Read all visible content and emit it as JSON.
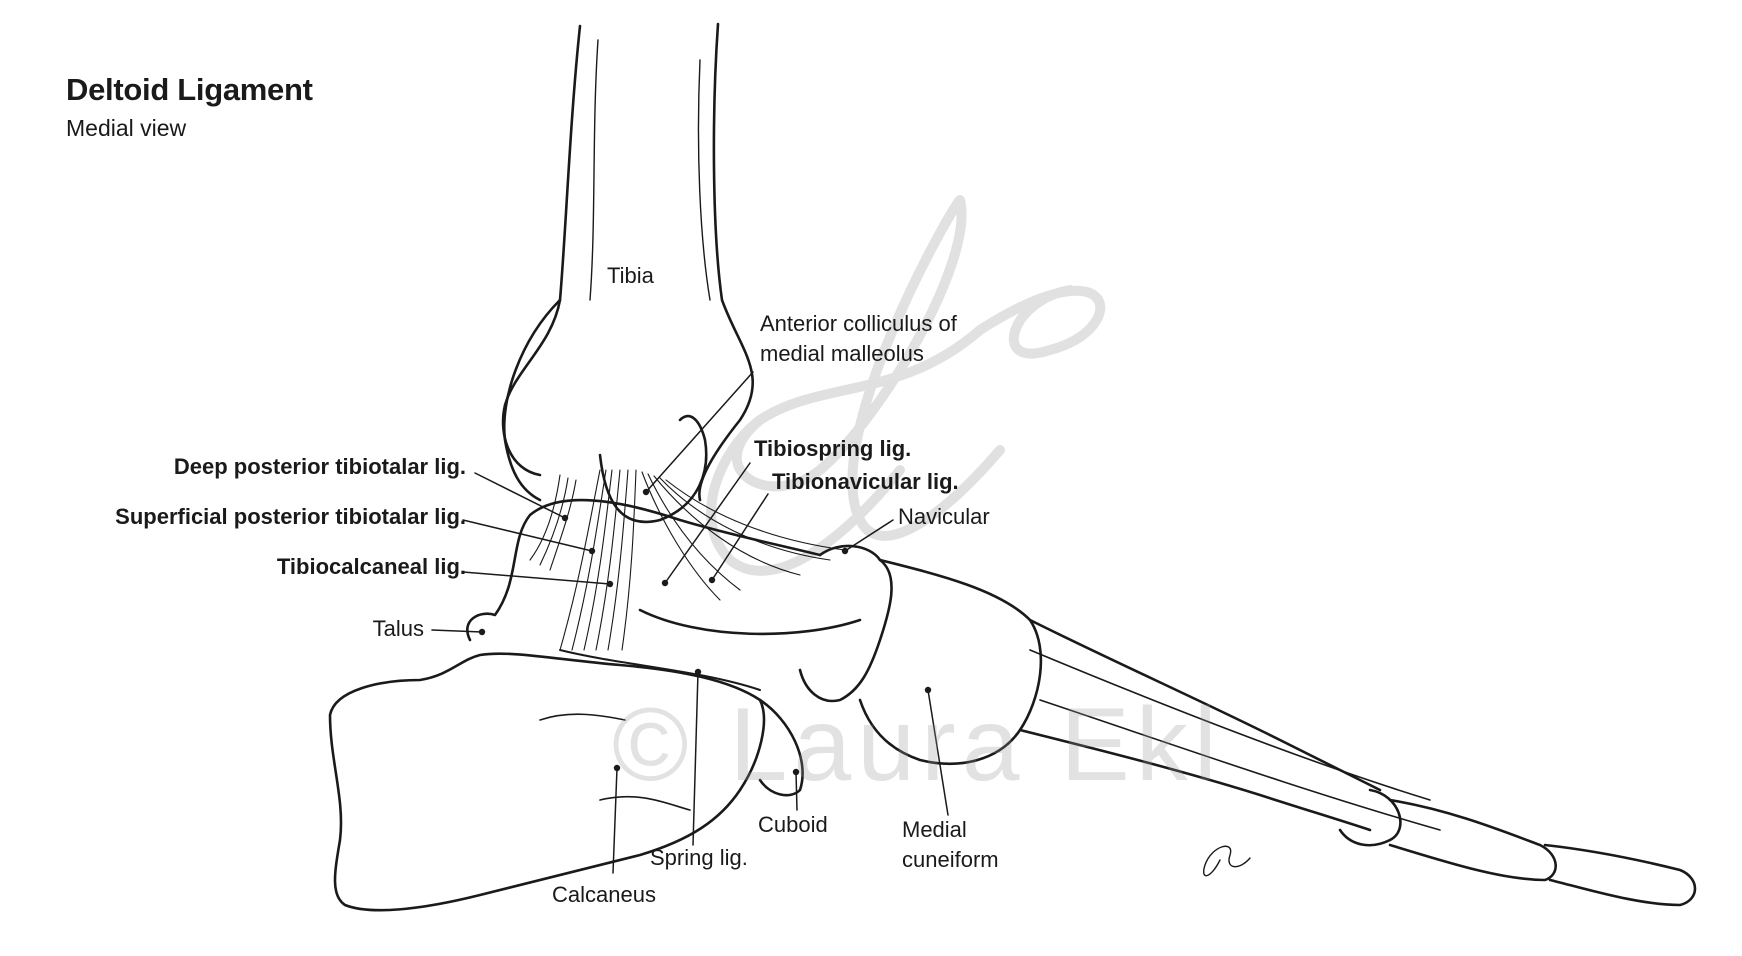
{
  "title": "Deltoid Ligament",
  "subtitle": "Medial view",
  "labels": {
    "tibia": "Tibia",
    "anterior_colliculus_line1": "Anterior colliculus of",
    "anterior_colliculus_line2": "medial malleolus",
    "tibiospring": "Tibiospring lig.",
    "tibionavicular": "Tibionavicular lig.",
    "navicular": "Navicular",
    "deep_posterior": "Deep posterior tibiotalar lig.",
    "superficial_posterior": "Superficial posterior tibiotalar lig.",
    "tibiocalcaneal": "Tibiocalcaneal lig.",
    "talus": "Talus",
    "cuboid": "Cuboid",
    "medial_cuneiform_line1": "Medial",
    "medial_cuneiform_line2": "cuneiform",
    "spring": "Spring lig.",
    "calcaneus": "Calcaneus"
  },
  "watermark": "© Laura Ekl",
  "colors": {
    "ink": "#1a1a1a",
    "watermark": "#bdbdbd"
  }
}
